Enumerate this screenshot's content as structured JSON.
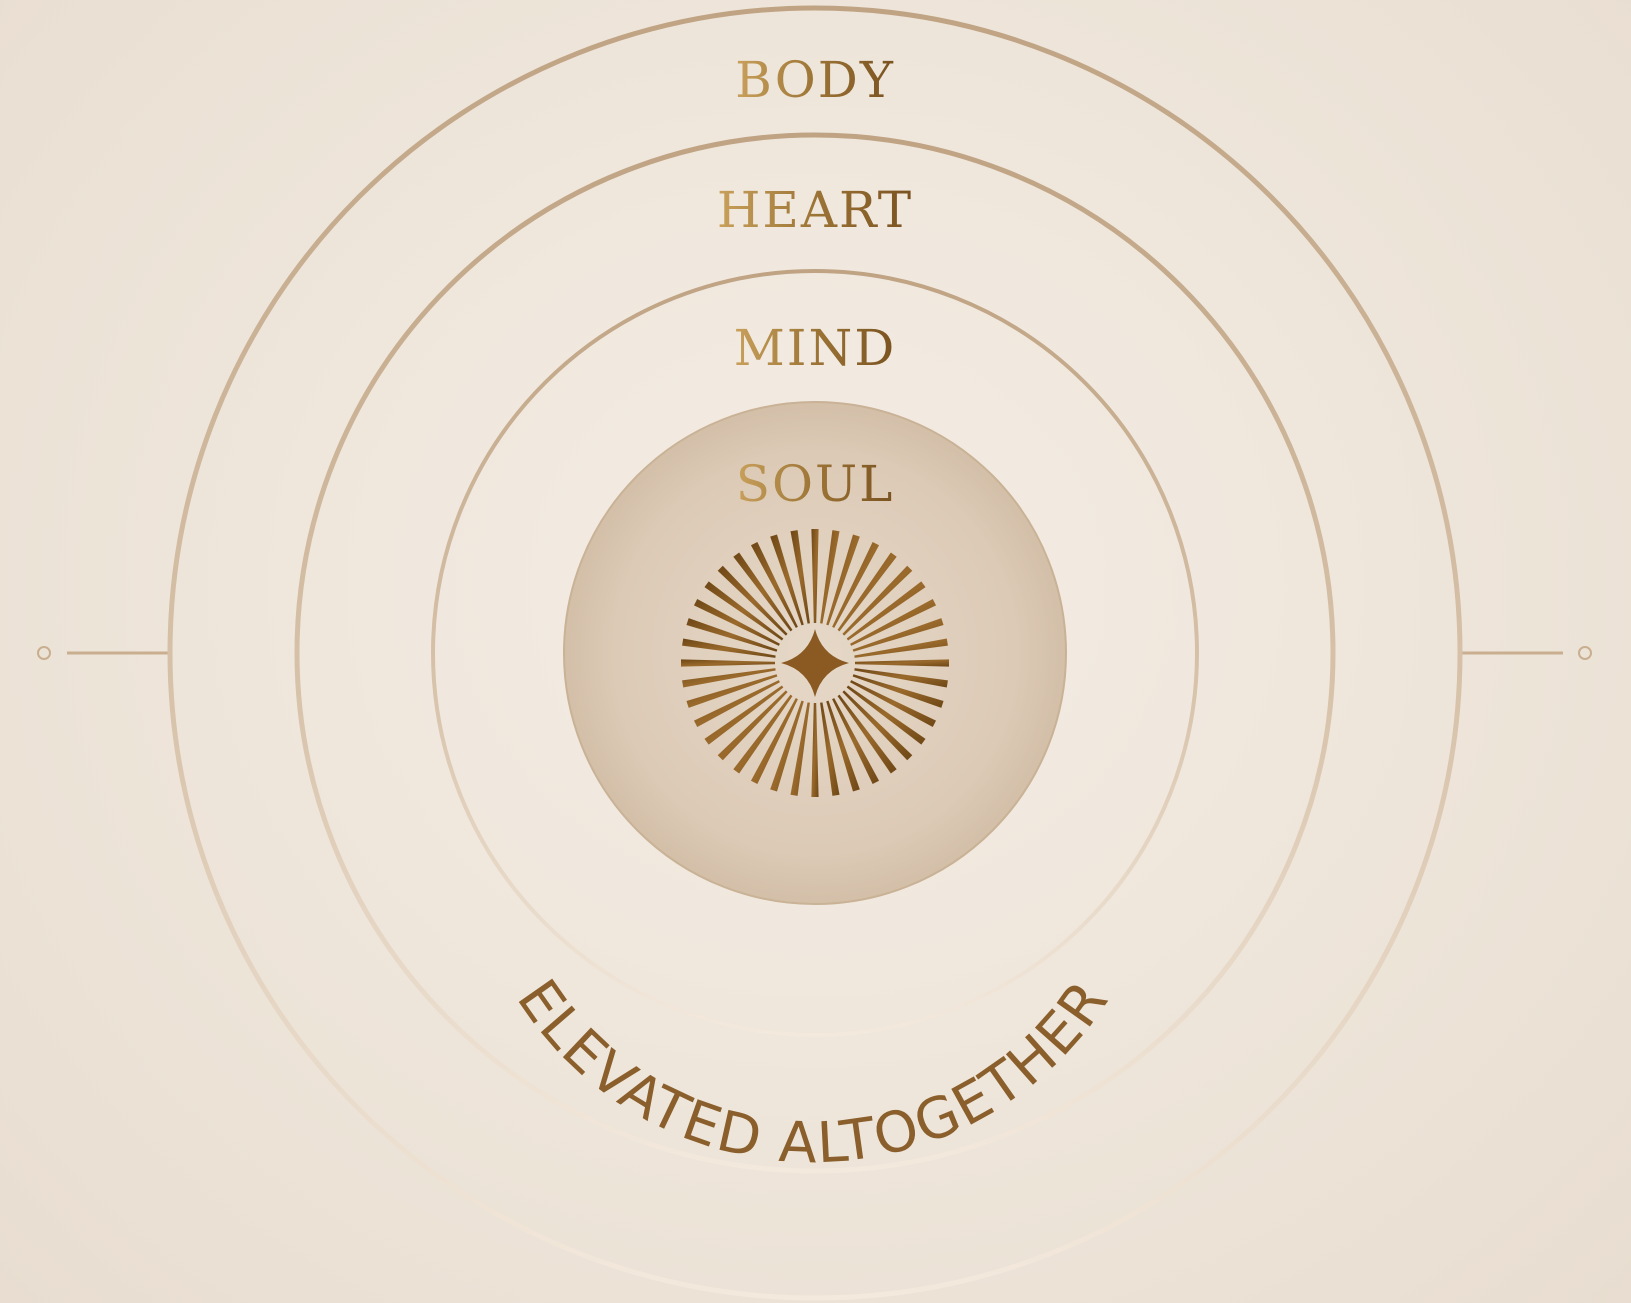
{
  "rings": [
    {
      "id": "body",
      "label": "BODY"
    },
    {
      "id": "heart",
      "label": "HEART"
    },
    {
      "id": "mind",
      "label": "MIND"
    },
    {
      "id": "soul",
      "label": "SOUL"
    }
  ],
  "tagline": "ELEVATED ALTOGETHER",
  "center_icon": "sunburst-star-icon",
  "colors": {
    "background": "#efe7dd",
    "ring_stroke": "#c9ae8f",
    "gold_light": "#c9a15c",
    "gold_dark": "#7a5220",
    "soul_fill": "#dfcfbd",
    "tagline": "#8a5f2c"
  }
}
